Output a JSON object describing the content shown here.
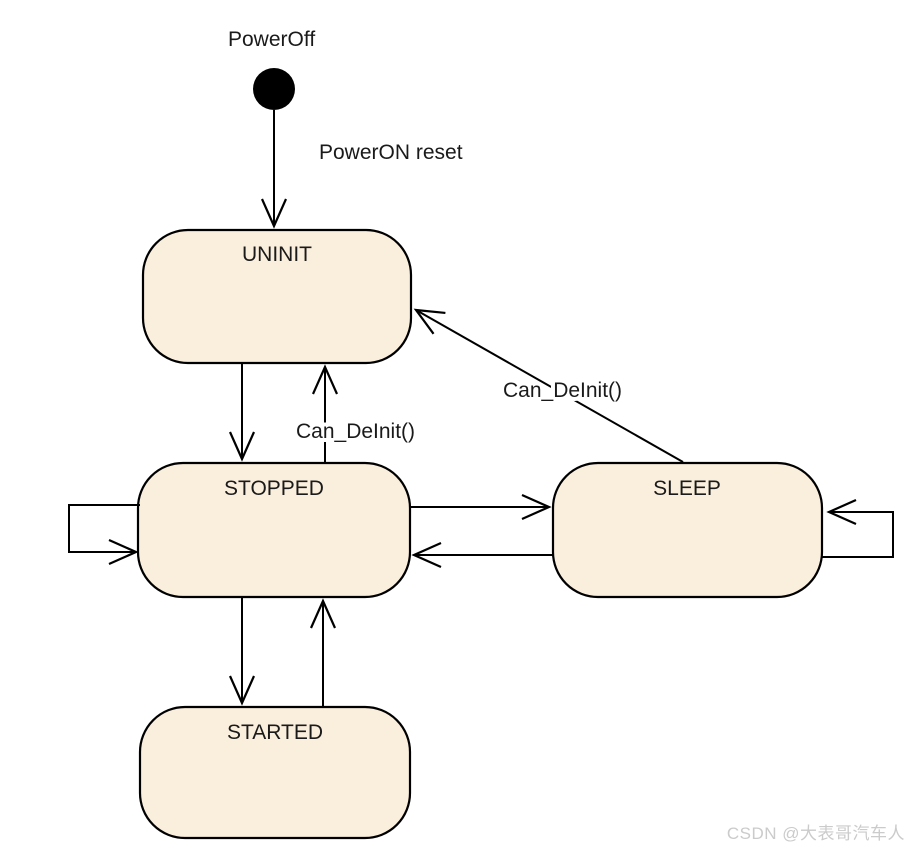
{
  "diagram": {
    "type": "state-machine",
    "initial_state": {
      "label": "PowerOff"
    },
    "states": [
      {
        "id": "uninit",
        "label": "UNINIT"
      },
      {
        "id": "stopped",
        "label": "STOPPED"
      },
      {
        "id": "sleep",
        "label": "SLEEP"
      },
      {
        "id": "started",
        "label": "STARTED"
      }
    ],
    "transitions": [
      {
        "from": "PowerOff",
        "to": "UNINIT",
        "label": "PowerON reset"
      },
      {
        "from": "UNINIT",
        "to": "STOPPED",
        "label": ""
      },
      {
        "from": "STOPPED",
        "to": "UNINIT",
        "label": "Can_DeInit()"
      },
      {
        "from": "SLEEP",
        "to": "UNINIT",
        "label": "Can_DeInit()"
      },
      {
        "from": "STOPPED",
        "to": "SLEEP",
        "label": ""
      },
      {
        "from": "SLEEP",
        "to": "STOPPED",
        "label": ""
      },
      {
        "from": "STOPPED",
        "to": "STOPPED",
        "label": ""
      },
      {
        "from": "SLEEP",
        "to": "SLEEP",
        "label": ""
      },
      {
        "from": "STOPPED",
        "to": "STARTED",
        "label": ""
      },
      {
        "from": "STARTED",
        "to": "STOPPED",
        "label": ""
      }
    ]
  },
  "colors": {
    "state_fill": "#FAEEDC",
    "state_border": "#000000",
    "arrow": "#000000",
    "text": "#1A1A1A",
    "watermark_text": "#CBCBCB"
  },
  "watermark": {
    "text": "CSDN @大表哥汽车人"
  }
}
